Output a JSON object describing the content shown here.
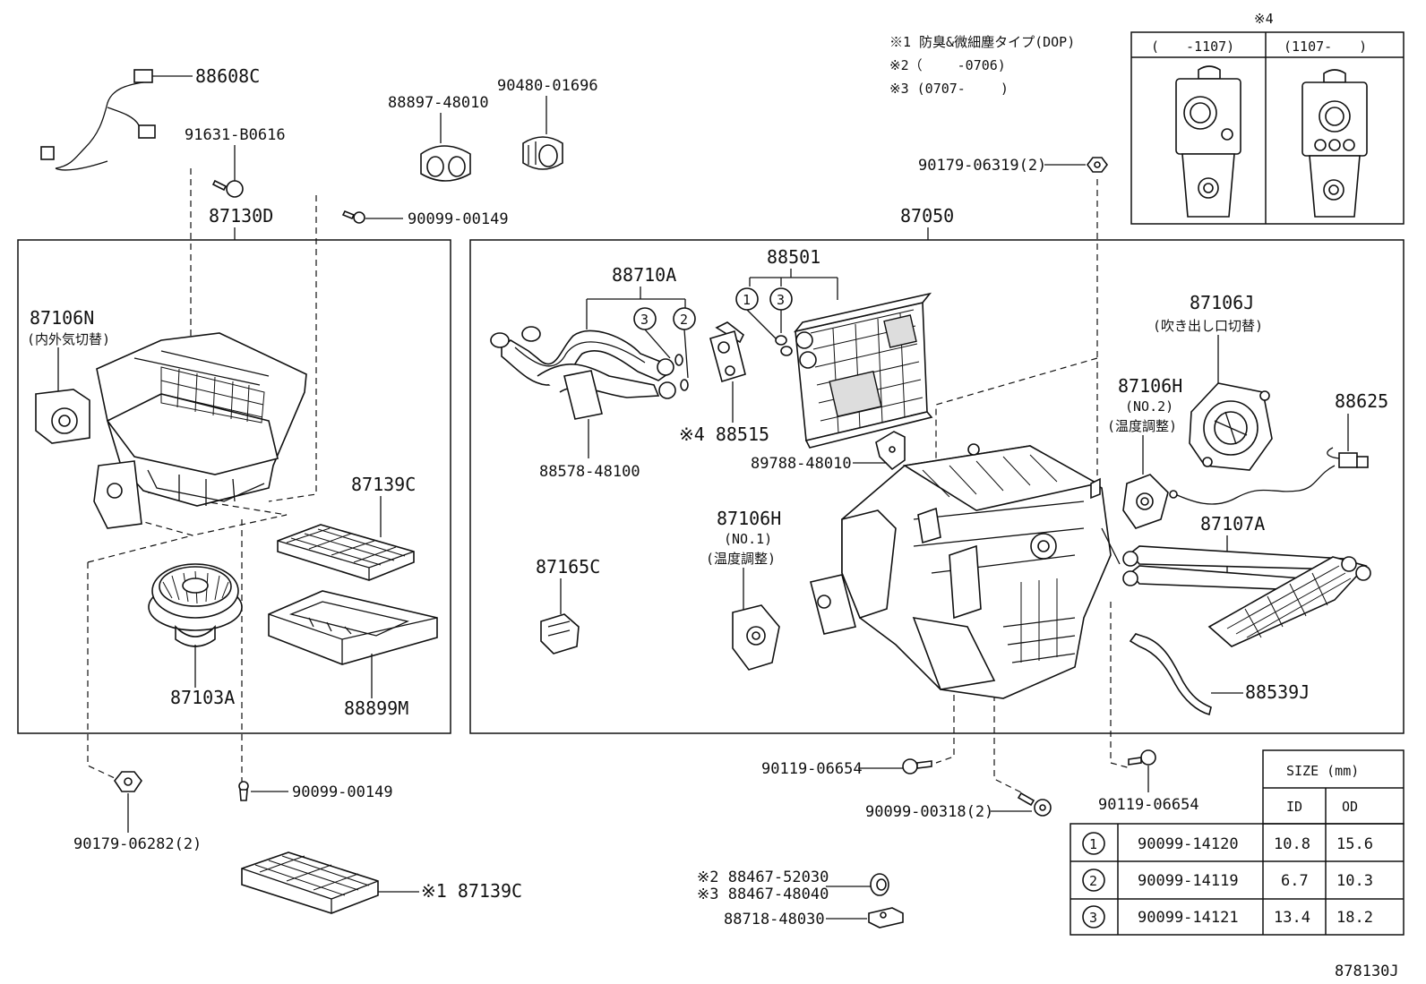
{
  "notes": {
    "note1": "※1 防臭&微細塵タイプ(DOP)",
    "note2": "※2（　　 -0706)",
    "note3": "※3 (0707-　　 )",
    "note4_mark": "※4",
    "note4_col1": "(　　-1107)",
    "note4_col2": "(1107-　　)"
  },
  "labels": {
    "p88608C": "88608C",
    "p91631": "91631-B0616",
    "p88897": "88897-48010",
    "p90480": "90480-01696",
    "p87130D": "87130D",
    "p90099_149a": "90099-00149",
    "p87050": "87050",
    "p90179_06319": "90179-06319(2)",
    "p87106N": "87106N",
    "p87106N_sub": "(内外気切替)",
    "p88710A": "88710A",
    "p88501": "88501",
    "p87106J": "87106J",
    "p87106J_sub": "(吹き出し口切替)",
    "p87106H2": "87106H",
    "p87106H2_sub1": "(NO.2)",
    "p87106H2_sub2": "(温度調整)",
    "p88625": "88625",
    "p88515": "※4 88515",
    "p88578": "88578-48100",
    "p89788": "89788-48010",
    "p87139C": "87139C",
    "p87106H1": "87106H",
    "p87106H1_sub1": "(NO.1)",
    "p87106H1_sub2": "(温度調整)",
    "p87107A": "87107A",
    "p87165C": "87165C",
    "p87103A": "87103A",
    "p88899M": "88899M",
    "p88539J": "88539J",
    "p90119_a": "90119-06654",
    "p90119_b": "90119-06654",
    "p90099_318": "90099-00318(2)",
    "p90099_149b": "90099-00149",
    "p90179_06282": "90179-06282(2)",
    "p87139C_dop": "※1 87139C",
    "p88467_52030": "※2 88467-52030",
    "p88467_48040": "※3 88467-48040",
    "p88718": "88718-48030",
    "figure_id": "878130J",
    "circle1": "1",
    "circle2": "2",
    "circle3": "3"
  },
  "size_table": {
    "title": "SIZE (mm)",
    "col_id": "ID",
    "col_od": "OD",
    "rows": [
      {
        "num": "1",
        "part": "90099-14120",
        "id": "10.8",
        "od": "15.6"
      },
      {
        "num": "2",
        "part": "90099-14119",
        "id": "6.7",
        "od": "10.3"
      },
      {
        "num": "3",
        "part": "90099-14121",
        "id": "13.4",
        "od": "18.2"
      }
    ]
  }
}
